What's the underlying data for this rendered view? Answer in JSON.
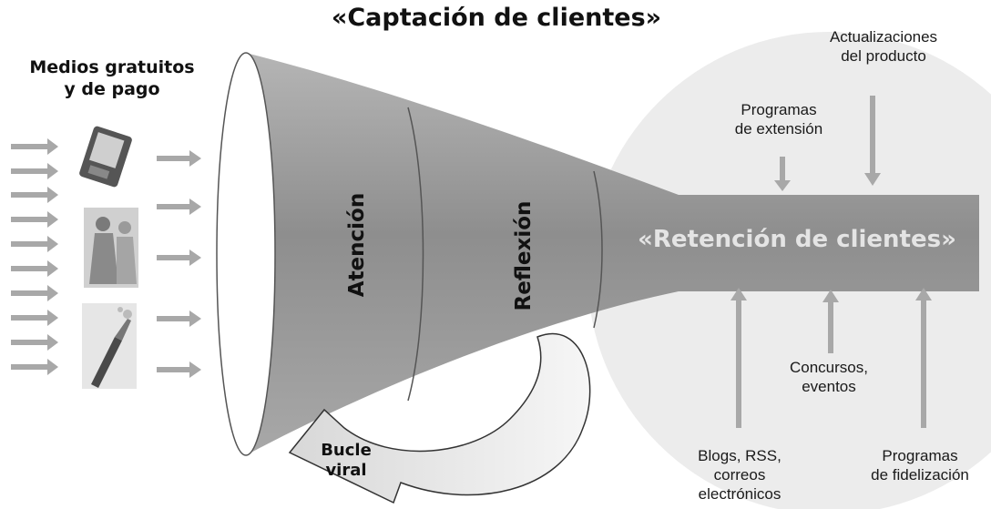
{
  "title": "«Captación de clientes»",
  "media": {
    "title_line1": "Medios gratuitos",
    "title_line2": "y de pago",
    "icons": [
      "tablet-device-icon",
      "people-photo-icon",
      "champagne-photo-icon"
    ]
  },
  "funnel": {
    "stage1": "Atención",
    "stage2": "Reflexión",
    "retention": "«Retención de clientes»"
  },
  "loop": {
    "line1": "Bucle",
    "line2": "viral"
  },
  "inputs_top": {
    "product_updates_line1": "Actualizaciones",
    "product_updates_line2": "del producto",
    "extension_line1": "Programas",
    "extension_line2": "de extensión"
  },
  "inputs_bottom": {
    "contests_line1": "Concursos,",
    "contests_line2": "eventos",
    "blogs_line1": "Blogs, RSS,",
    "blogs_line2": "correos",
    "blogs_line3": "electrónicos",
    "loyalty_line1": "Programas",
    "loyalty_line2": "de fidelización"
  },
  "colors": {
    "funnel_gray": "#9a9a9a",
    "circle_gray": "#ececec",
    "arrow_gray": "#a8a8a8",
    "retention_text": "#e4e4e4"
  }
}
